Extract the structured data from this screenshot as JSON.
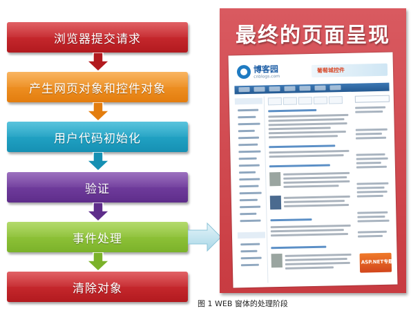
{
  "flow": {
    "steps": [
      {
        "label": "浏览器提交请求"
      },
      {
        "label": "产生网页对象和控件对象"
      },
      {
        "label": "用户代码初始化"
      },
      {
        "label": "验证"
      },
      {
        "label": "事件处理"
      },
      {
        "label": "清除对象"
      }
    ],
    "colors": {
      "step1": "#c8262c",
      "step2": "#f08c1e",
      "step3": "#1fa3c6",
      "step4": "#6c379a",
      "step5": "#8cc23a",
      "step6": "#c8262c",
      "arrow_connector": "#ffffff",
      "result_arrow": "#bfe4ef"
    }
  },
  "result_panel": {
    "title": "最终的页面呈现",
    "screenshot": {
      "logo": "博客园",
      "logo_sub": "cnblogs.com",
      "banner": "葡萄城控件",
      "ad": "ASP.NET专题"
    }
  },
  "caption": "图 1   WEB 窗体的处理阶段"
}
